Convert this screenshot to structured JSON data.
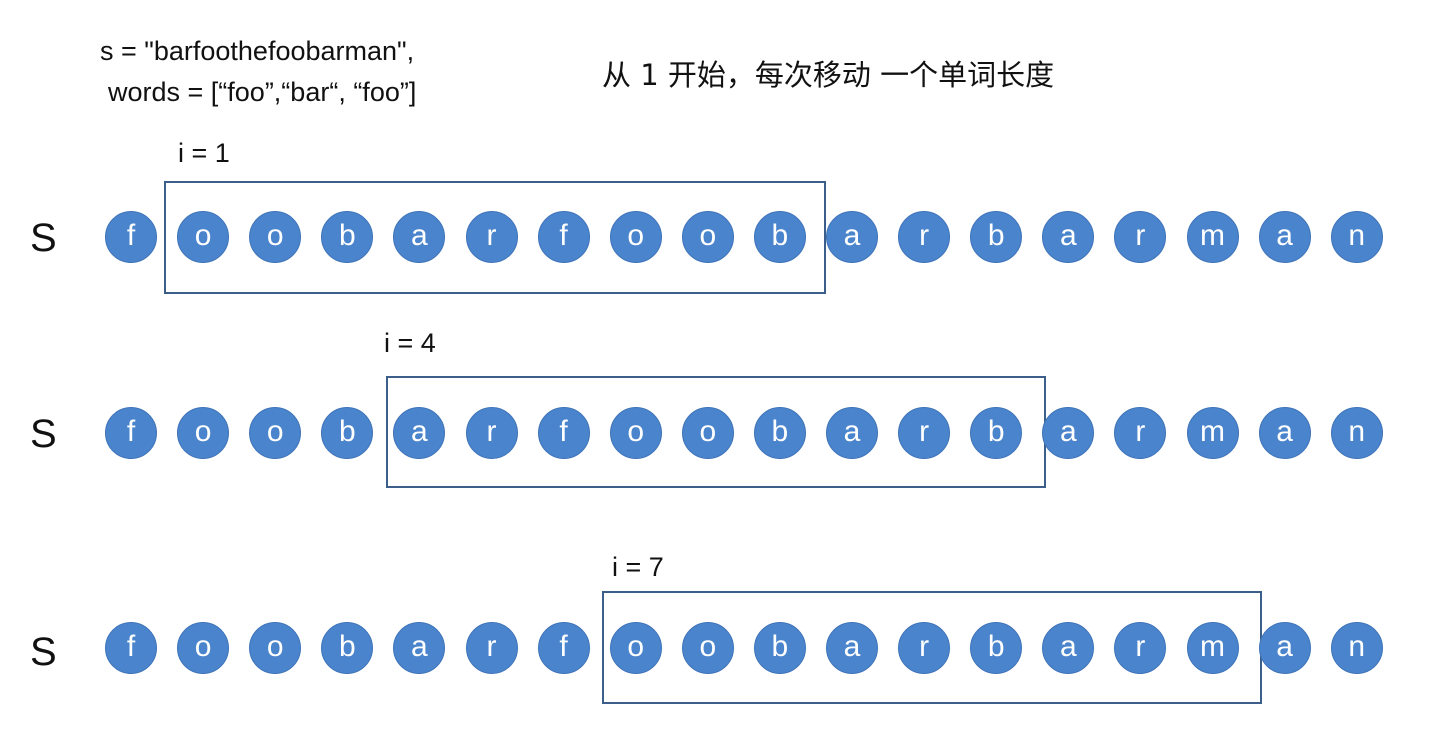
{
  "header": {
    "s_line": "s = \"barfoothefoobarman\",",
    "words_line": "words = [“foo”,“bar“, “foo”]",
    "description": "从 1 开始，每次移动 一个单词长度"
  },
  "rows": [
    {
      "label": "S",
      "i_label": "i = 1",
      "chars": [
        "f",
        "o",
        "o",
        "b",
        "a",
        "r",
        "f",
        "o",
        "o",
        "b",
        "a",
        "r",
        "b",
        "a",
        "r",
        "m",
        "a",
        "n"
      ]
    },
    {
      "label": "S",
      "i_label": "i = 4",
      "chars": [
        "f",
        "o",
        "o",
        "b",
        "a",
        "r",
        "f",
        "o",
        "o",
        "b",
        "a",
        "r",
        "b",
        "a",
        "r",
        "m",
        "a",
        "n"
      ]
    },
    {
      "label": "S",
      "i_label": "i = 7",
      "chars": [
        "f",
        "o",
        "o",
        "b",
        "a",
        "r",
        "f",
        "o",
        "o",
        "b",
        "a",
        "r",
        "b",
        "a",
        "r",
        "m",
        "a",
        "n"
      ]
    }
  ],
  "colors": {
    "circle_fill": "#4a84cc",
    "circle_text": "#ffffff",
    "window_border": "#3b5f8a"
  }
}
